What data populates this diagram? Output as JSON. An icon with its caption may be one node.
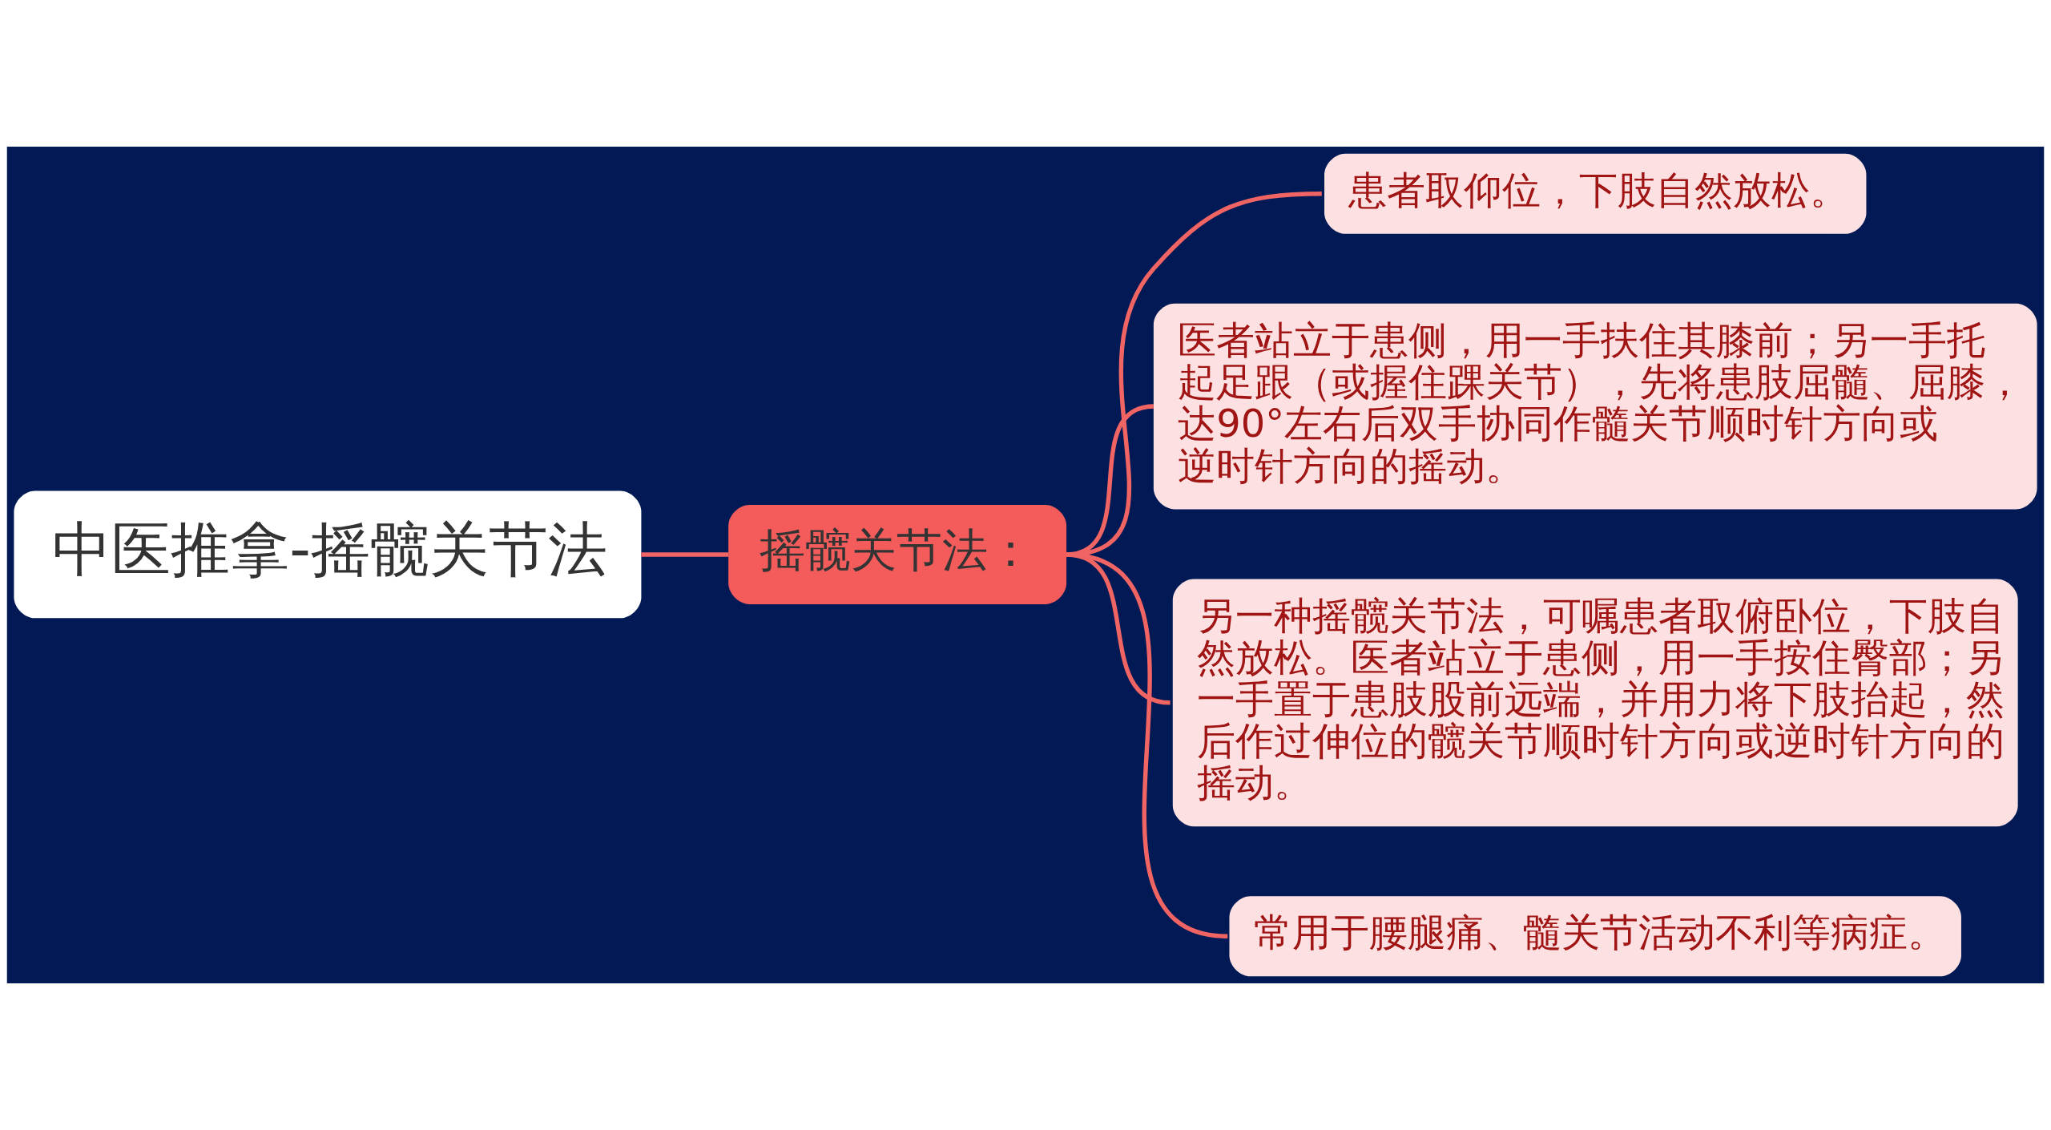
{
  "diagram": {
    "nodes": [
      {
        "text": [
          "中医推拿-摇髋关节法"
        ]
      },
      {
        "text": [
          "摇髋关节法："
        ]
      },
      {
        "text": [
          "患者取仰位，下肢自然放松。"
        ]
      },
      {
        "text": [
          "医者站立于患侧，用一手扶住其膝前；另一手托起足跟（或握住踝关节），先将患肢屈髓、屈膝，达90°左右后双手协同作髓关节顺时针方向或逆时针方向的摇动。"
        ]
      },
      {
        "text": [
          "另一种摇髋关节法，可嘱患者取俯卧位，下肢自然放松。医者站立于患侧，用一手按住臀部；另一手置于患肢股前远端，并用力将下肢抬起，然后作过伸位的髋关节顺时针方向或逆时针方向的摇动。"
        ]
      },
      {
        "text": [
          "常用于腰腿痛、髓关节活动不利等病症。"
        ]
      }
    ],
    "edges": [
      {
        "from": 0,
        "to": 1,
        "arrow": "none"
      },
      {
        "from": 1,
        "to": 2,
        "arrow": "none"
      },
      {
        "from": 1,
        "to": 3,
        "arrow": "none"
      },
      {
        "from": 1,
        "to": 4,
        "arrow": "none"
      },
      {
        "from": 1,
        "to": 5,
        "arrow": "none"
      }
    ]
  }
}
